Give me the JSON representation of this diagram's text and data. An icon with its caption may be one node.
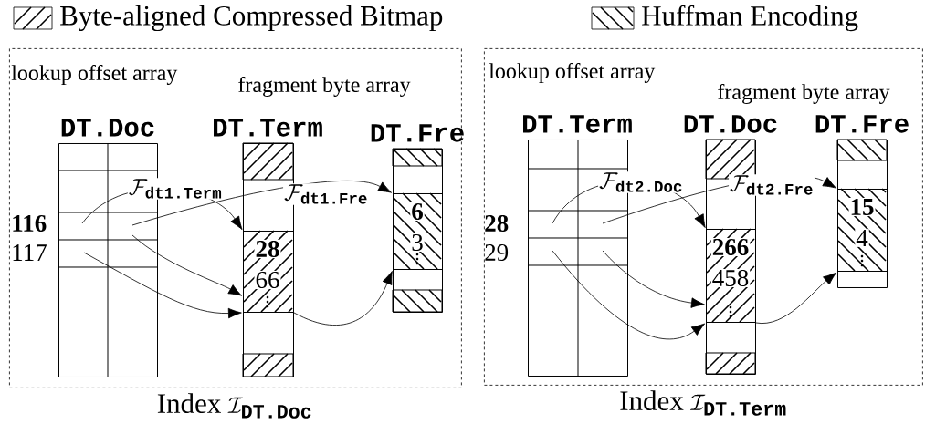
{
  "diagram": {
    "nodes": [
      {
        "text": [
          "\\text{Index }\\mathcal{I}_{\\texttt{\\textbf{DT.Doc}}}"
        ]
      },
      {
        "text": [
          "DT.Doc"
        ],
        "in": 0,
        "beside": [
          "116",
          "117"
        ]
      },
      {
        "text": [
          "DT.Term"
        ],
        "in": 0
      },
      {
        "text": [
          "28",
          "66"
        ],
        "in": 2
      },
      {
        "text": [
          "DT.Fre"
        ],
        "in": 0
      },
      {
        "text": [
          "6",
          "3"
        ],
        "in": 4
      },
      {
        "text": [
          "\\text{Index }\\mathcal{I}_{\\texttt{\\textbf{DT.Term}}}"
        ]
      },
      {
        "text": [
          "DT.Term"
        ],
        "in": 6,
        "beside": [
          "28",
          "29"
        ]
      },
      {
        "text": [
          "DT.Doc"
        ],
        "in": 6
      },
      {
        "text": [
          "266",
          "458"
        ],
        "in": 8
      },
      {
        "text": [
          "DT.Fre"
        ],
        "in": 6
      },
      {
        "text": [
          "15",
          "4"
        ],
        "in": 10
      }
    ],
    "edges": [
      {
        "from": 1,
        "to": 3,
        "arrow": "to",
        "label": "\\mathcal{F}_{\\texttt{\\textbf{dt1.Term}}}"
      },
      {
        "from": 1,
        "to": 5,
        "arrow": "to",
        "label": "\\mathcal{F}_{\\texttt{\\textbf{dt1.Fre}}}"
      },
      {
        "from": 1,
        "to": 3,
        "arrow": "to"
      },
      {
        "from": 1,
        "to": 3,
        "arrow": "to"
      },
      {
        "from": 3,
        "to": 5,
        "arrow": "to"
      },
      {
        "from": 7,
        "to": 9,
        "arrow": "to",
        "label": "\\mathcal{F}_{\\texttt{\\textbf{dt2.Doc}}}"
      },
      {
        "from": 7,
        "to": 11,
        "arrow": "to",
        "label": "\\mathcal{F}_{\\texttt{\\textbf{dt2.Fre}}}"
      },
      {
        "from": 7,
        "to": 9,
        "arrow": "to"
      },
      {
        "from": 7,
        "to": 9,
        "arrow": "to"
      },
      {
        "from": 9,
        "to": 11,
        "arrow": "to"
      }
    ],
    "labels": [
      "lookup offset array",
      "fragment byte array",
      "lookup offset array",
      "fragment byte array"
    ],
    "legend": [
      {
        "text": "Byte-aligned Compressed Bitmap"
      },
      {
        "text": "Huffman Encoding"
      }
    ]
  }
}
